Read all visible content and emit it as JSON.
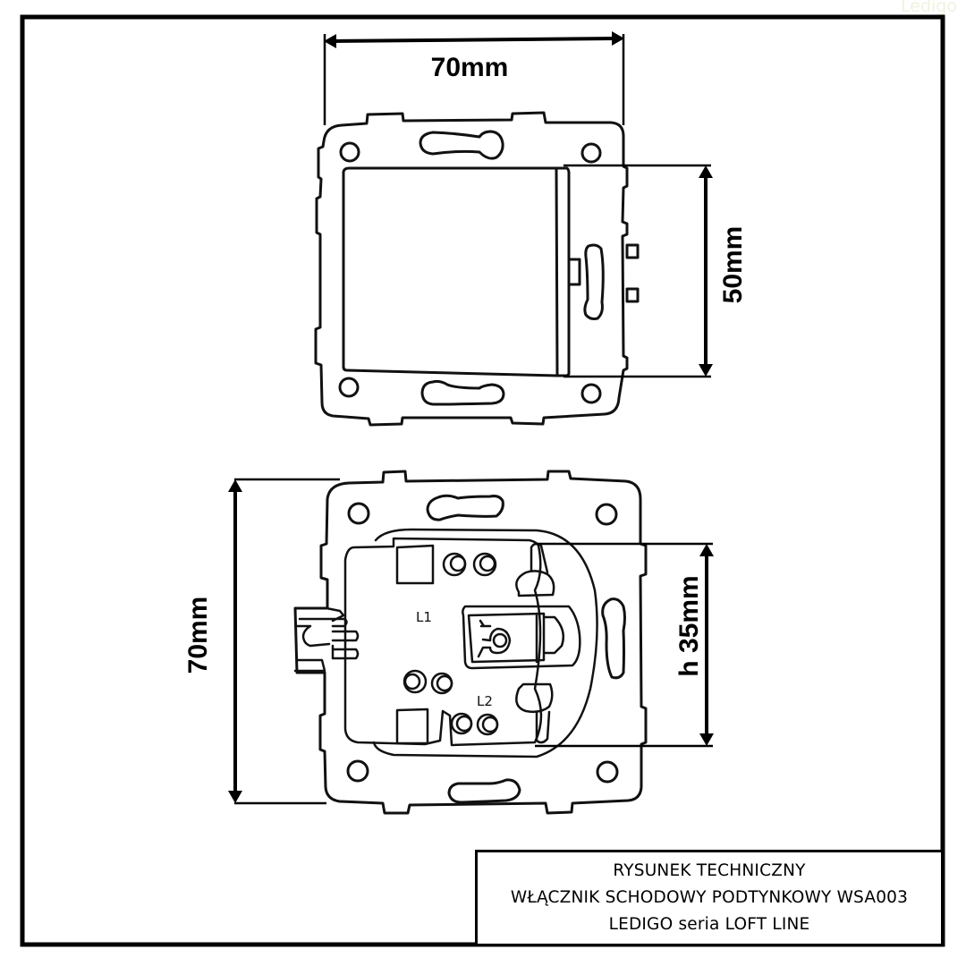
{
  "watermark": "Ledigo",
  "dimensions": {
    "top_view_width": "70mm",
    "top_view_height": "50mm",
    "bottom_view_height": "70mm",
    "bottom_view_depth": "h 35mm"
  },
  "terminal_labels": {
    "l1": "L1",
    "l2": "L2"
  },
  "title_block": {
    "line1": "RYSUNEK TECHNICZNY",
    "line2": "WŁĄCZNIK SCHODOWY PODTYNKOWY WSA003",
    "line3": "LEDIGO seria LOFT LINE"
  },
  "colors": {
    "line": "#111111",
    "background": "#ffffff",
    "watermark": "#f1f1e0"
  }
}
